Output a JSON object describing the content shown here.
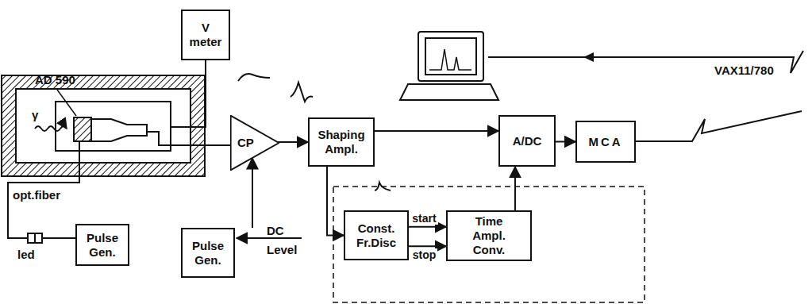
{
  "diagram": {
    "nodes": [
      {
        "text": [
          "V meter"
        ]
      },
      {
        "text": [
          "CP"
        ]
      },
      {
        "text": [
          "Shaping Ampl."
        ]
      },
      {
        "text": [
          "A/DC"
        ]
      },
      {
        "text": [
          "MCA"
        ]
      },
      {
        "text": [
          "Pulse Gen."
        ]
      },
      {
        "text": [
          "Pulse Gen."
        ]
      },
      {
        "text": [
          "Const. Fr.Disc"
        ]
      },
      {
        "text": [
          "Time Ampl. Conv."
        ]
      }
    ],
    "edges": [
      {
        "from": 6,
        "to": 1,
        "arrow": "to"
      },
      {
        "from": 1,
        "to": 2,
        "arrow": "to"
      },
      {
        "from": 2,
        "to": 3,
        "arrow": "to"
      },
      {
        "from": 2,
        "to": 7,
        "arrow": "to"
      },
      {
        "from": 7,
        "to": 8,
        "label": "start",
        "arrow": "to"
      },
      {
        "from": 7,
        "to": 8,
        "label": "stop",
        "arrow": "to"
      },
      {
        "from": 8,
        "to": 3,
        "arrow": "to"
      },
      {
        "from": 3,
        "to": 4,
        "arrow": "to"
      }
    ],
    "labels": [
      "AD 590",
      "γ",
      "opt.fiber",
      "led",
      "DC Level",
      "VAX11/780"
    ]
  }
}
